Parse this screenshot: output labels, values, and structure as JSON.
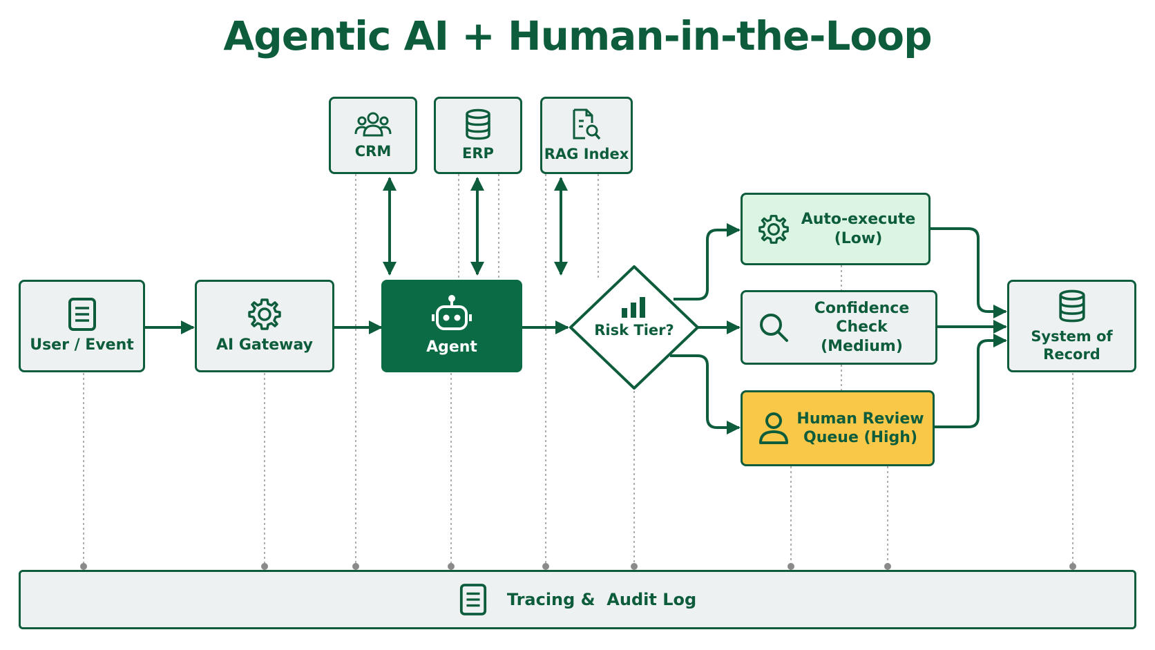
{
  "title": "Agentic AI + Human-in-the-Loop",
  "nodes": {
    "user_event": {
      "label": "User / Event",
      "icon": "document-icon"
    },
    "ai_gateway": {
      "label": "AI Gateway",
      "icon": "gear-icon"
    },
    "agent": {
      "label": "Agent",
      "icon": "robot-icon"
    },
    "crm": {
      "label": "CRM",
      "icon": "users-icon"
    },
    "erp": {
      "label": "ERP",
      "icon": "database-icon"
    },
    "rag_index": {
      "label": "RAG Index",
      "icon": "document-search-icon"
    },
    "risk_tier": {
      "label": "Risk Tier?",
      "icon": "bar-chart-icon"
    },
    "auto_execute": {
      "line1": "Auto-execute",
      "line2": "(Low)",
      "icon": "gear-icon"
    },
    "confidence_check": {
      "line1": "Confidence Check",
      "line2": "(Medium)",
      "icon": "search-icon"
    },
    "human_review": {
      "line1": "Human Review",
      "line2": "Queue (High)",
      "icon": "person-icon"
    },
    "system_of_record": {
      "label": "System of Record",
      "icon": "database-icon"
    }
  },
  "audit_log": {
    "label": "Tracing &  Audit Log",
    "icon": "document-icon"
  },
  "colors": {
    "primary": "#0d5c3b",
    "agent_fill": "#0b6b45",
    "low_fill": "#dcf5e3",
    "high_fill": "#f9c849",
    "node_fill": "#eef1f1",
    "trace_line": "#9a9a9a"
  }
}
